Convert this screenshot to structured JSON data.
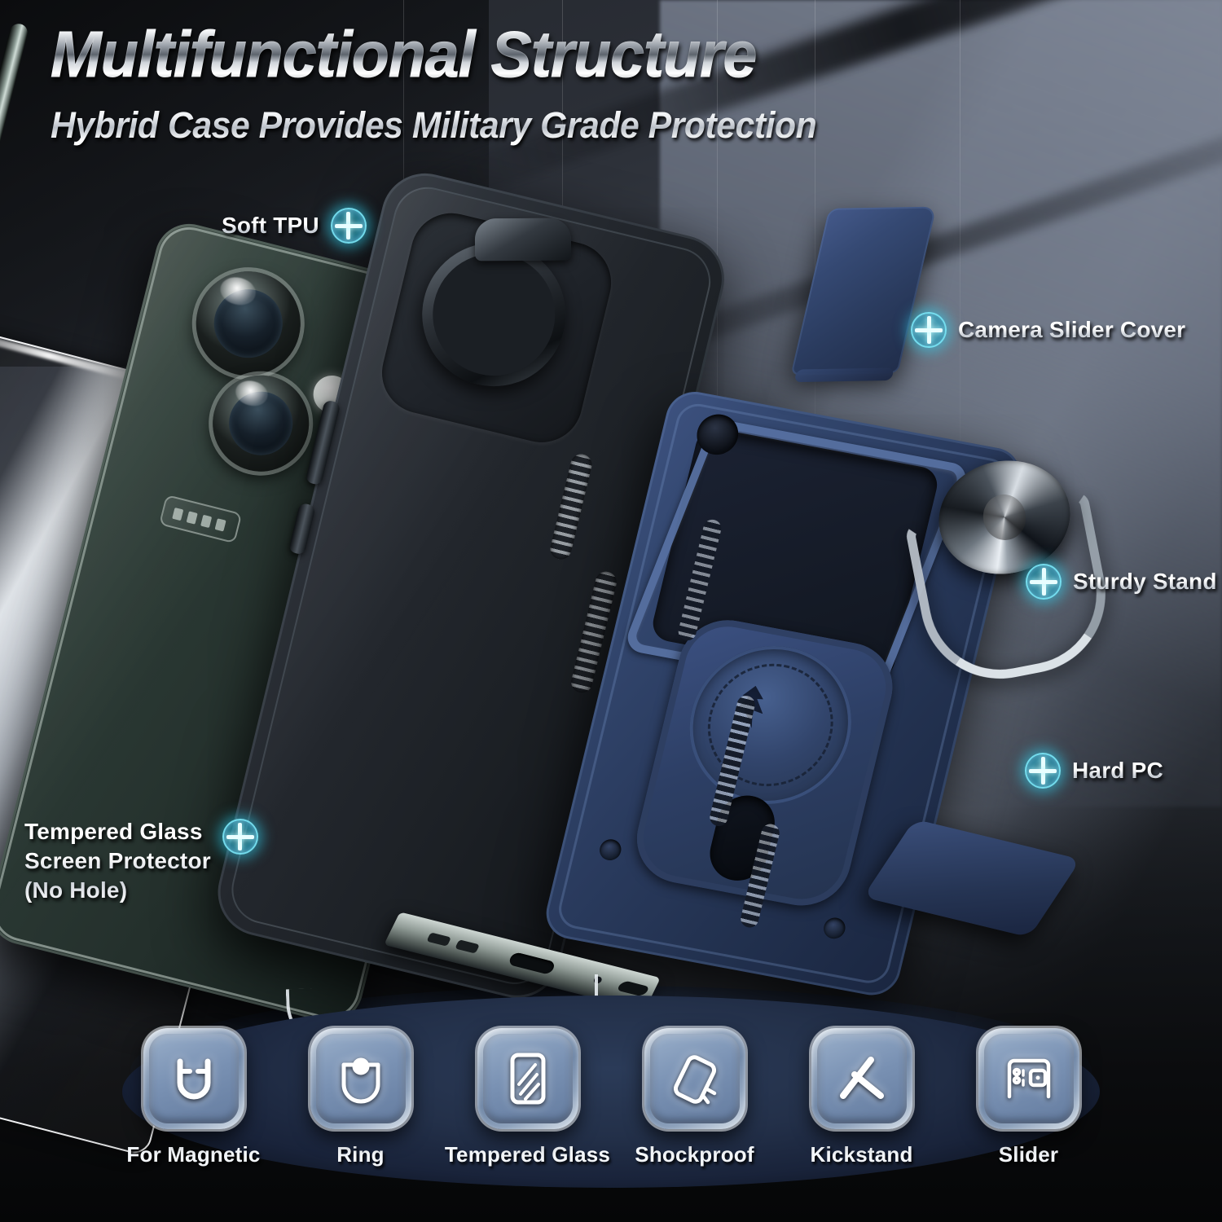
{
  "header": {
    "title": "Multifunctional Structure",
    "subtitle": "Hybrid Case Provides Military Grade Protection"
  },
  "colors": {
    "accent_cyan": "#3fd8f0",
    "armor_blue": "#2d3f65",
    "phone_green": "#2a3833",
    "tile_silver": "#8fa2bb",
    "background_gray": "#6d7380"
  },
  "callouts": [
    {
      "id": "soft-tpu",
      "label": "Soft TPU",
      "icon": "crosshair-icon",
      "icon_side": "right"
    },
    {
      "id": "camera-slider-cover",
      "label": "Camera Slider Cover",
      "icon": "crosshair-icon",
      "icon_side": "left"
    },
    {
      "id": "sturdy-stand",
      "label": "Sturdy Stand",
      "icon": "crosshair-icon",
      "icon_side": "left"
    },
    {
      "id": "hard-pc",
      "label": "Hard PC",
      "icon": "crosshair-icon",
      "icon_side": "left"
    },
    {
      "id": "tempered-glass-screen-protector",
      "label": "Tempered Glass\nScreen Protector\n(No Hole)",
      "icon": "crosshair-icon",
      "icon_side": "right"
    }
  ],
  "features": [
    {
      "id": "for-magnetic",
      "label": "For Magnetic",
      "icon": "magnet-icon"
    },
    {
      "id": "ring",
      "label": "Ring",
      "icon": "ring-holder-icon"
    },
    {
      "id": "tempered-glass",
      "label": "Tempered Glass",
      "icon": "screen-glass-icon"
    },
    {
      "id": "shockproof",
      "label": "Shockproof",
      "icon": "drop-phone-icon"
    },
    {
      "id": "kickstand",
      "label": "Kickstand",
      "icon": "kickstand-icon"
    },
    {
      "id": "slider",
      "label": "Slider",
      "icon": "camera-slider-icon"
    }
  ],
  "parts": {
    "phone": "OnePlus phone, dark green",
    "tpu_case": "Black soft TPU inner case",
    "pc_armor": "Navy blue hard PC armor layer",
    "ring_holder": "Metal ring kickstand",
    "slider_cover": "Navy camera slider cover",
    "tempered_glass": "Clear tempered glass screen protector"
  }
}
